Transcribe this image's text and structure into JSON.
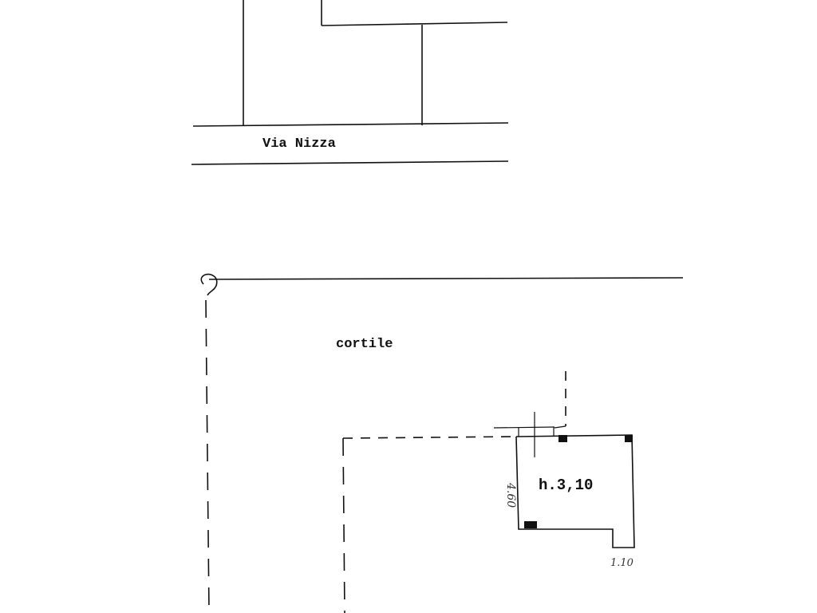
{
  "labels": {
    "street": "Via Nizza",
    "courtyard": "cortile",
    "room_height": "h.3,10"
  },
  "dimensions": {
    "room_depth": "4.60",
    "step_width": "1.10"
  },
  "colors": {
    "ink": "#111111",
    "paper": "#ffffff"
  }
}
